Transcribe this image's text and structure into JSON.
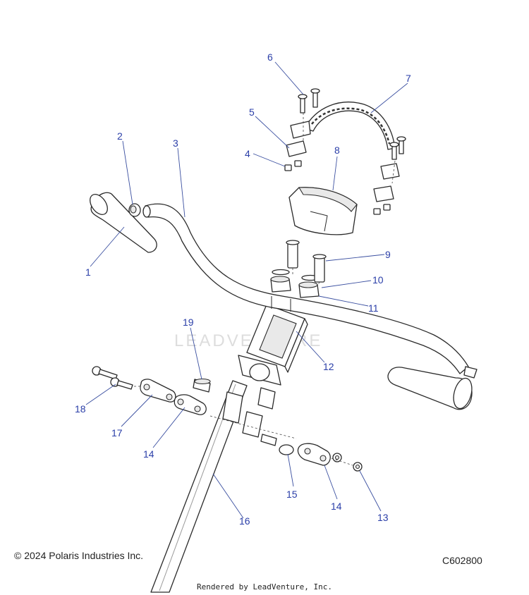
{
  "watermark": "LEADVENTURE",
  "callouts": [
    {
      "id": "c6",
      "label": "6"
    },
    {
      "id": "c7",
      "label": "7"
    },
    {
      "id": "c5",
      "label": "5"
    },
    {
      "id": "c4",
      "label": "4"
    },
    {
      "id": "c8",
      "label": "8"
    },
    {
      "id": "c2",
      "label": "2"
    },
    {
      "id": "c3",
      "label": "3"
    },
    {
      "id": "c1",
      "label": "1"
    },
    {
      "id": "c9",
      "label": "9"
    },
    {
      "id": "c10",
      "label": "10"
    },
    {
      "id": "c11",
      "label": "11"
    },
    {
      "id": "c19",
      "label": "19"
    },
    {
      "id": "c12",
      "label": "12"
    },
    {
      "id": "c18",
      "label": "18"
    },
    {
      "id": "c17",
      "label": "17"
    },
    {
      "id": "c14a",
      "label": "14"
    },
    {
      "id": "c15",
      "label": "15"
    },
    {
      "id": "c14b",
      "label": "14"
    },
    {
      "id": "c13",
      "label": "13"
    },
    {
      "id": "c16",
      "label": "16"
    }
  ],
  "footer": {
    "copyright": "© 2024 Polaris Industries Inc.",
    "diagram_code": "C602800",
    "rendered_by": "Rendered by LeadVenture, Inc."
  }
}
